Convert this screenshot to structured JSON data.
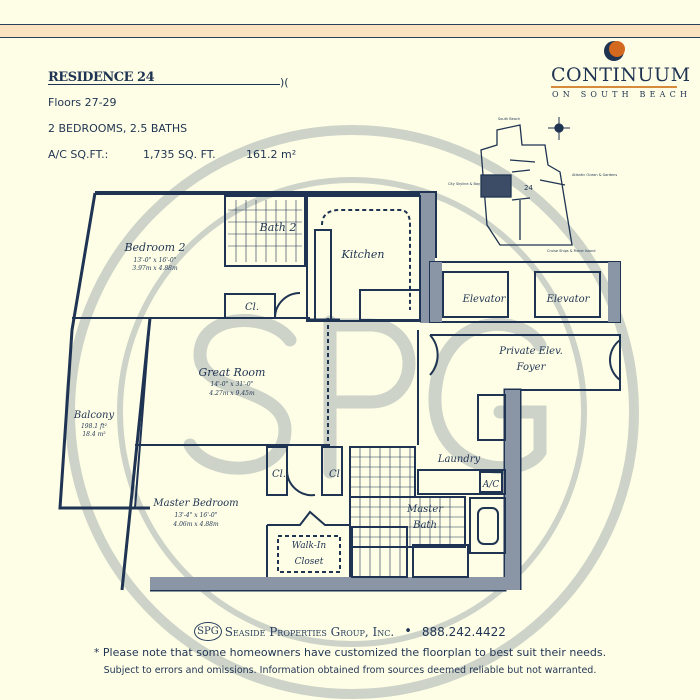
{
  "header": {
    "residence_title": "RESIDENCE 24",
    "floors": "Floors 27-29",
    "bedrooms_baths": "2 BEDROOMS, 2.5 BATHS",
    "ac_label": "A/C SQ.FT.:",
    "sqft": "1,735 SQ. FT.",
    "sqm": "161.2 m²"
  },
  "logo": {
    "name": "CONTINUUM",
    "subtitle": "ON SOUTH BEACH",
    "moon_color": "#d2691e"
  },
  "keyplan": {
    "unit_number": "24",
    "labels": [
      "South Beach",
      "City Skyline & Bay",
      "Atlantic Ocean & Gardens",
      "Cruise Ships & Fisher Island"
    ]
  },
  "rooms": {
    "bedroom2": {
      "name": "Bedroom 2",
      "dim_ft": "13'-0\" x 16'-0\"",
      "dim_m": "3.97m x 4.88m"
    },
    "bath2": {
      "name": "Bath 2"
    },
    "kitchen": {
      "name": "Kitchen"
    },
    "closet": {
      "name": "Cl."
    },
    "elevator": {
      "name": "Elevator"
    },
    "foyer": {
      "name": "Private Elev.",
      "name2": "Foyer"
    },
    "great_room": {
      "name": "Great Room",
      "dim_ft": "14'-0\" x 31'-0\"",
      "dim_m": "4.27m x 9.45m"
    },
    "balcony": {
      "name": "Balcony",
      "area_ft": "198.1 ft²",
      "area_m": "18.4 m²"
    },
    "master_bedroom": {
      "name": "Master Bedroom",
      "dim_ft": "13'-4\" x 16'-0\"",
      "dim_m": "4.06m x 4.88m"
    },
    "walk_in": {
      "name": "Walk-In",
      "name2": "Closet"
    },
    "laundry": {
      "name": "Laundry"
    },
    "ac": {
      "name": "A/C"
    },
    "master_bath": {
      "name": "Master",
      "name2": "Bath"
    }
  },
  "watermark": {
    "text": "SPG"
  },
  "footer": {
    "spg": "SPG",
    "company": "Seaside Properties Group, Inc.",
    "phone": "888.242.4422",
    "note": "* Please note that some homeowners have customized the floorplan to best suit their needs.",
    "disclaimer": "Subject to errors and omissions. Information obtained from sources deemed reliable but not warranted."
  },
  "colors": {
    "ink": "#1f3352",
    "background": "#fefee6",
    "band": "#fbe3c2",
    "watermark": "#c5ccc3"
  }
}
